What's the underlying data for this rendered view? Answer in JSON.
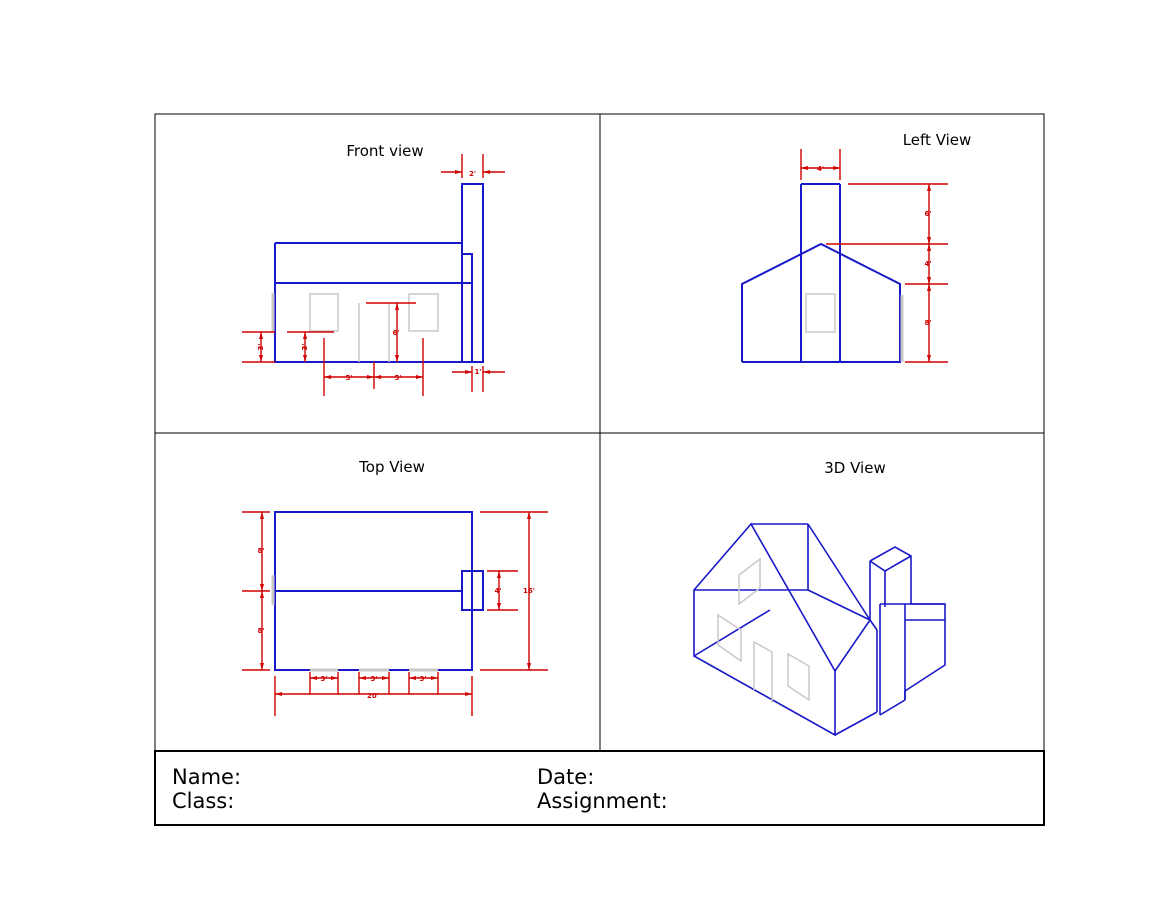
{
  "views": {
    "front": "Front view",
    "left": "Left View",
    "top": "Top View",
    "iso": "3D View"
  },
  "dims": {
    "front_chimney_width": "2'",
    "front_left_height": "3'",
    "front_window_height": "3'",
    "front_door_height": "6'",
    "front_spacing_a": "5'",
    "front_spacing_b": "5'",
    "front_wall": "1'",
    "left_chimney_width": "4'",
    "left_chimney_above": "6'",
    "left_roof_height": "4'",
    "left_wall_height": "8'",
    "top_half_a": "8'",
    "top_half_b": "8'",
    "top_chimney": "4'",
    "top_depth": "16'",
    "top_open_a": "3'",
    "top_open_b": "3'",
    "top_open_c": "3'",
    "top_length": "20'"
  },
  "title_block": {
    "name": "Name:",
    "class": "Class:",
    "date": "Date:",
    "assignment": "Assignment:"
  },
  "colors": {
    "object": "#1818c8",
    "dimension": "#d00000",
    "hidden": "#c8c8c8"
  }
}
